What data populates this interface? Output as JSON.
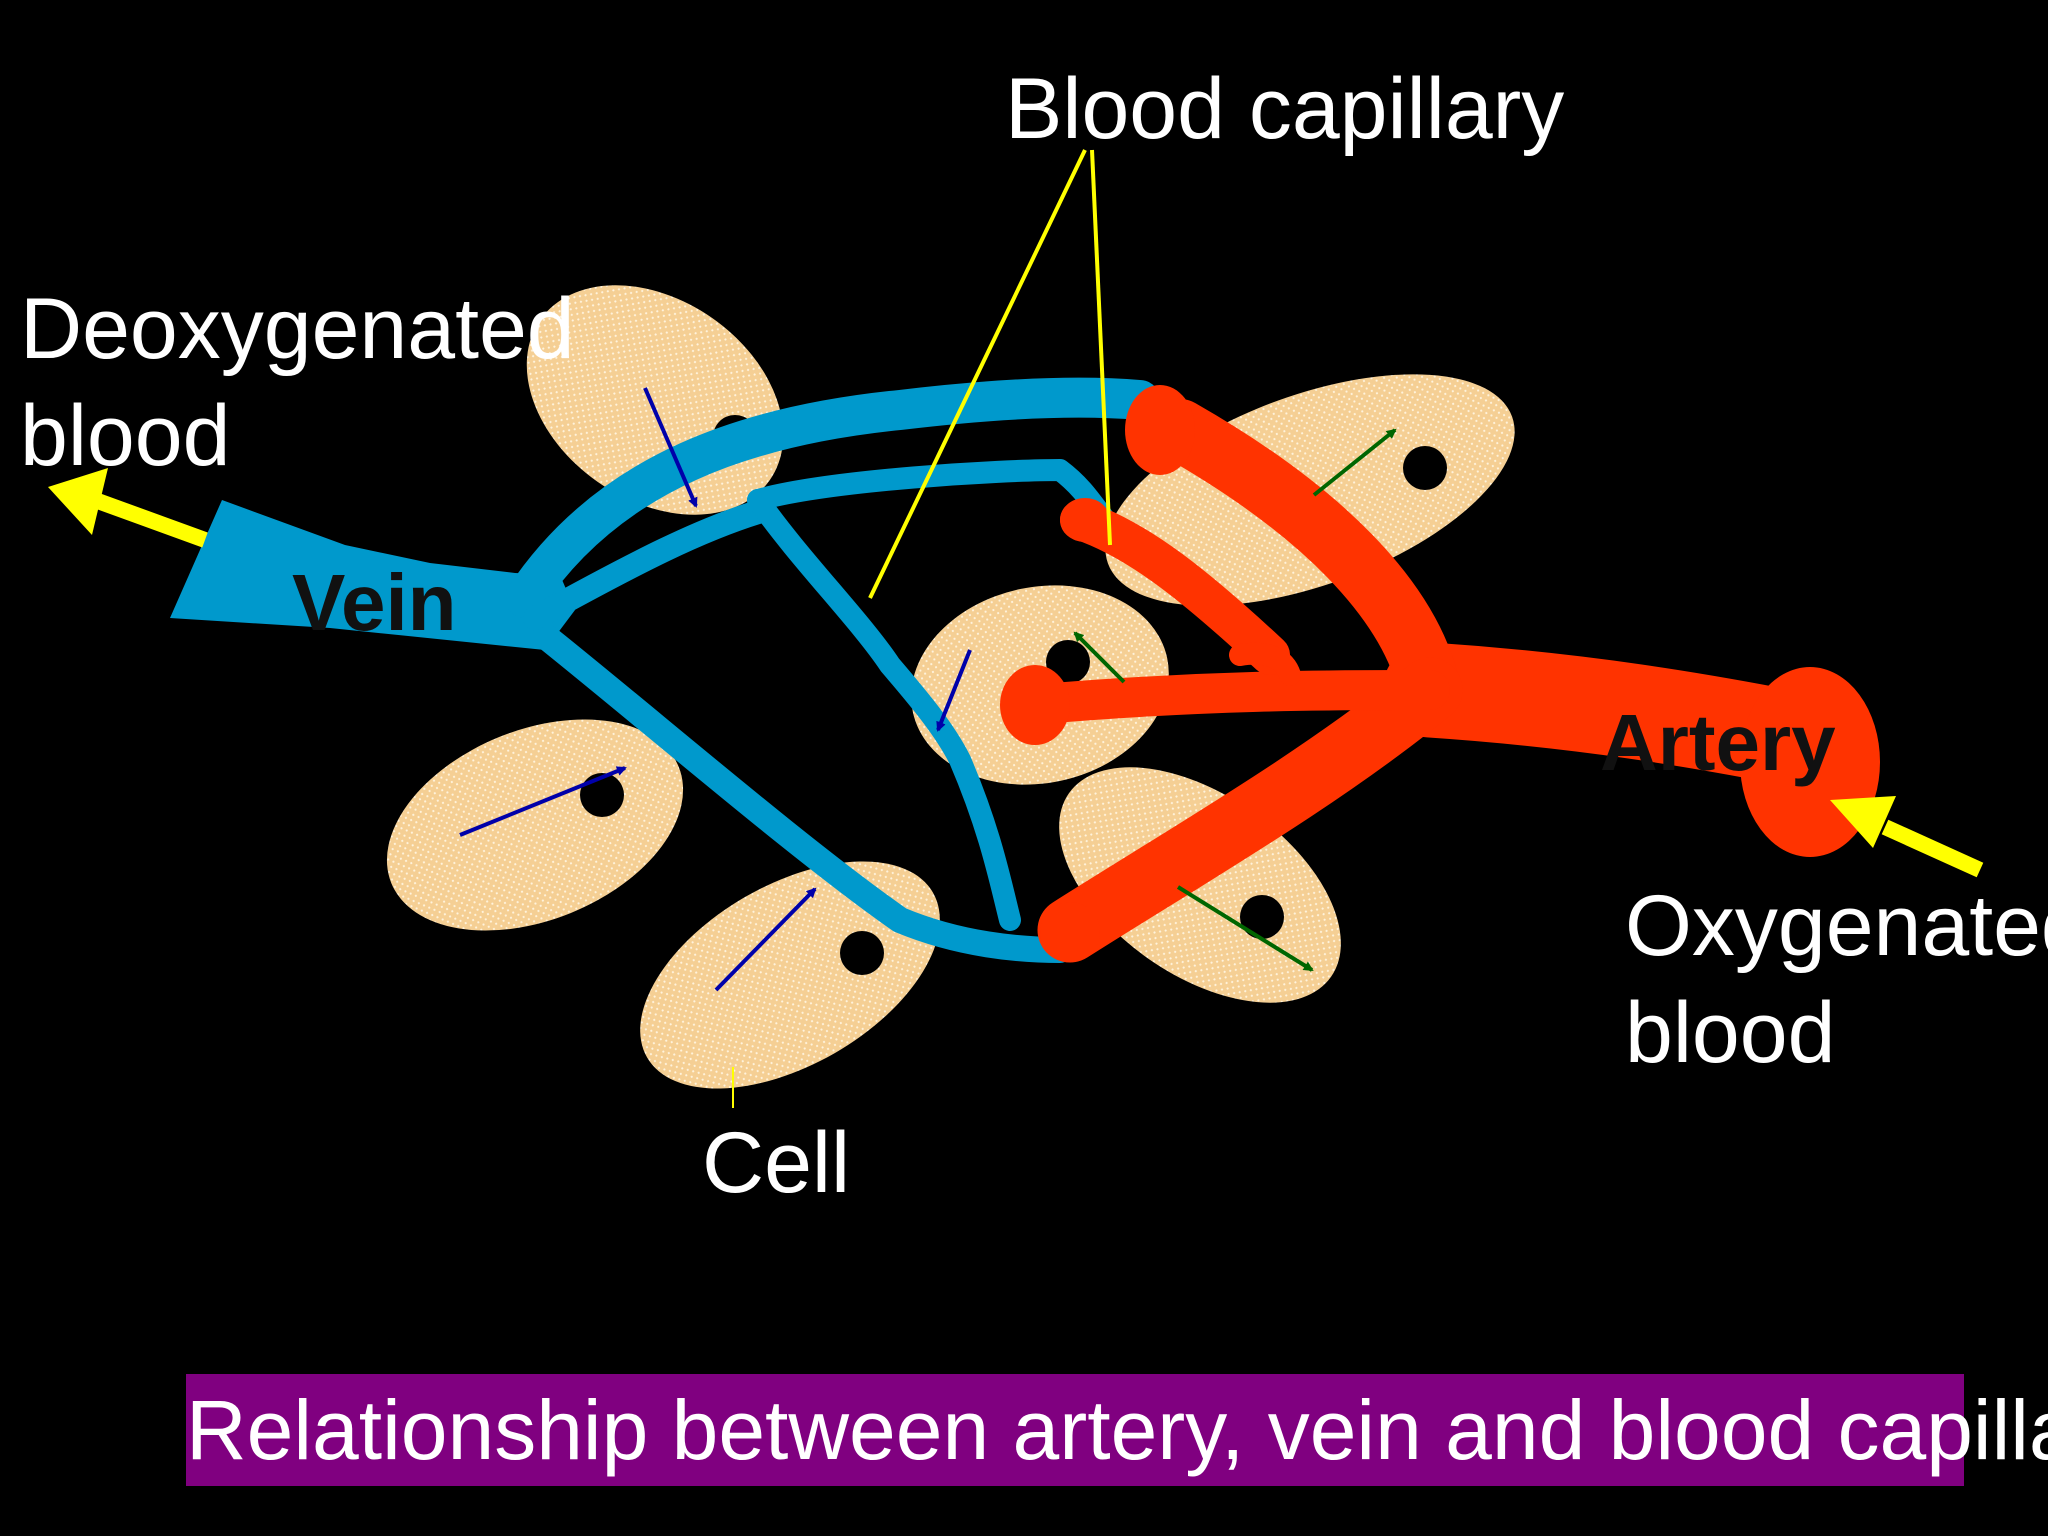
{
  "labels": {
    "blood_capillary": "Blood capillary",
    "deoxygenated_line1": "Deoxygenated",
    "deoxygenated_line2": "blood",
    "vein": "Vein",
    "artery": "Artery",
    "oxygenated_line1": "Oxygenated",
    "oxygenated_line2": "blood",
    "cell": "Cell"
  },
  "caption": "Relationship between artery, vein and blood capillary",
  "colors": {
    "background": "#000000",
    "vein": "#0099cc",
    "artery": "#ff3300",
    "cell": "#f5cf94",
    "pointer": "#ffff00",
    "caption_bg": "#800080",
    "vein_flow_arrow": "#0000aa",
    "artery_flow_arrow": "#006600"
  }
}
